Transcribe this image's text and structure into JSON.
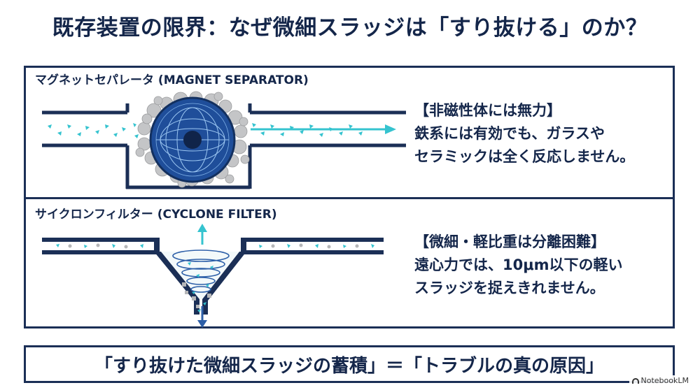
{
  "title": "既存装置の限界：なぜ微細スラッジは「すり抜ける」のか？",
  "magnet": {
    "label": "マグネットセパレータ (MAGNET SEPARATOR)",
    "heading": "【非磁性体には無力】",
    "lines": [
      "鉄系には有効でも、ガラスや",
      "セラミックは全く反応しません。"
    ]
  },
  "cyclone": {
    "label": "サイクロンフィルター (CYCLONE FILTER)",
    "heading": "【微細・軽比重は分離困難】",
    "lines": [
      "遠心力では、10μm以下の軽い",
      "スラッジを捉えきれません。"
    ]
  },
  "conclusion": "「すり抜けた微細スラッジの蓄積」＝「トラブルの真の原因」",
  "badge": "NotebookLM",
  "colors": {
    "navy": "#1b2f56",
    "blue": "#1f4e9a",
    "cyan": "#35c3cf",
    "gray": "#bfc0c2"
  }
}
